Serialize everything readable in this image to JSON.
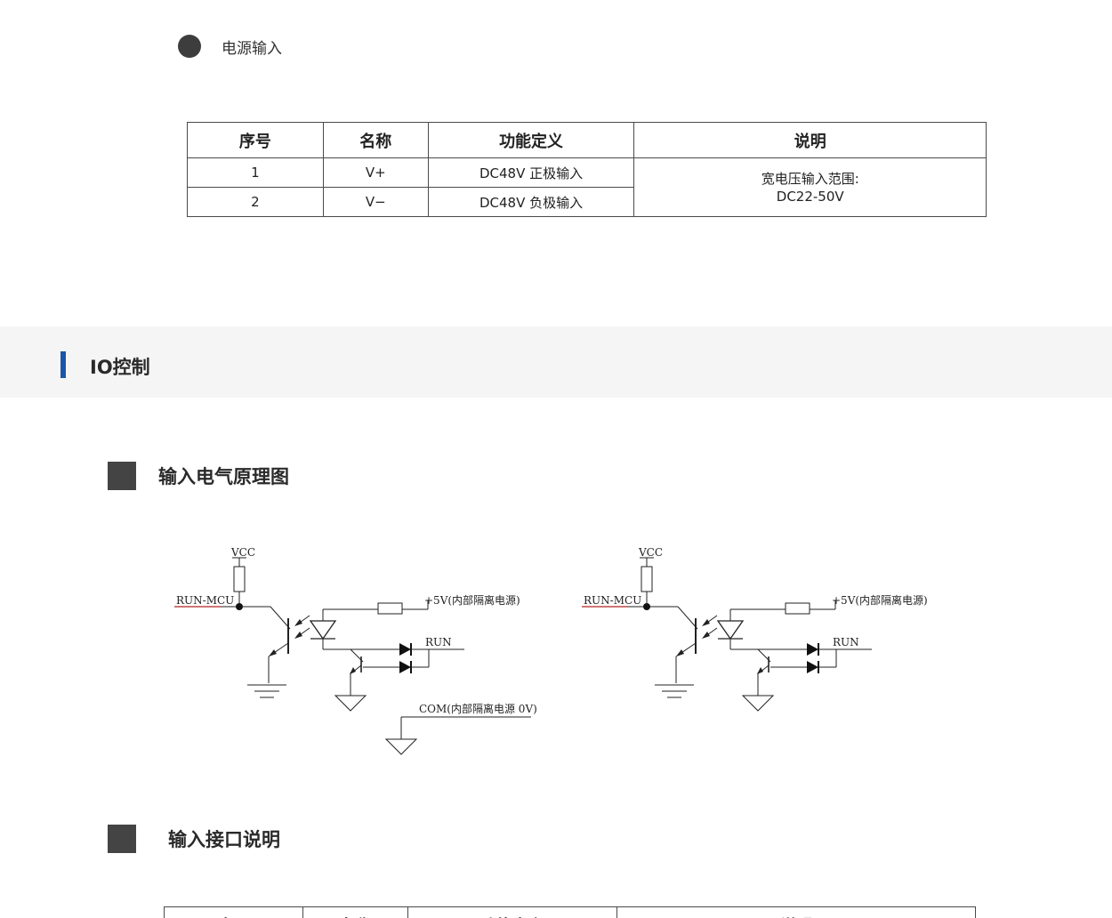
{
  "power_section": {
    "title": "电源输入",
    "table": {
      "headers": [
        "序号",
        "名称",
        "功能定义",
        "说明"
      ],
      "rows": [
        {
          "no": "1",
          "name": "V+",
          "function": "DC48V 正极输入"
        },
        {
          "no": "2",
          "name": "V−",
          "function": "DC48V 负极输入"
        }
      ],
      "note_line1": "宽电压输入范围:",
      "note_line2": "DC22-50V"
    }
  },
  "io_section": {
    "title": "IO控制",
    "accent_color": "#1a56a8"
  },
  "schematic_section": {
    "title": "输入电气原理图",
    "left_circuit": {
      "vcc": "VCC",
      "run_mcu": "RUN-MCU",
      "plus5v": "+5V(内部隔离电源)",
      "run": "RUN",
      "com": "COM(内部隔离电源 0V)"
    },
    "right_circuit": {
      "vcc": "VCC",
      "run_mcu": "RUN-MCU",
      "plus5v": "+5V(内部隔离电源)",
      "run": "RUN"
    }
  },
  "interface_section": {
    "title": "输入接口说明",
    "table": {
      "headers": [
        "序号",
        "名称",
        "功能定义",
        "说明"
      ]
    }
  }
}
